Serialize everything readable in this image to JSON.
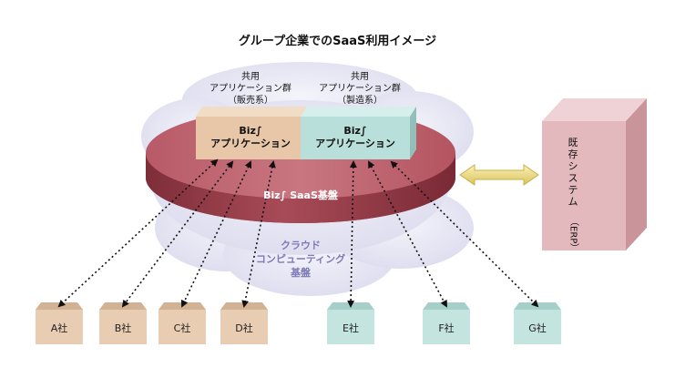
{
  "title": "グループ企業でのSaaS利用イメージ",
  "apps": [
    {
      "line1": "共用",
      "line2": "アプリケーション群",
      "line3": "（販売系）",
      "name1": "Biz∫",
      "name2": "アプリケーション",
      "color": "#e7c7a8"
    },
    {
      "line1": "共用",
      "line2": "アプリケーション群",
      "line3": "（製造系）",
      "name1": "Biz∫",
      "name2": "アプリケーション",
      "color": "#b9dfdb"
    }
  ],
  "platform": "Biz∫ SaaS基盤",
  "cloud": {
    "line1": "クラウド",
    "line2": "コンピューティング",
    "line3": "基盤"
  },
  "erp": {
    "chars": [
      "既",
      "存",
      "シ",
      "ス",
      "テ",
      "ム"
    ],
    "paren": "（ERP）",
    "color": "#e4b9bd"
  },
  "companies": [
    {
      "name": "A社",
      "group": "sales"
    },
    {
      "name": "B社",
      "group": "sales"
    },
    {
      "name": "C社",
      "group": "sales"
    },
    {
      "name": "D社",
      "group": "sales"
    },
    {
      "name": "E社",
      "group": "manufacturing"
    },
    {
      "name": "F社",
      "group": "manufacturing"
    },
    {
      "name": "G社",
      "group": "manufacturing"
    }
  ]
}
